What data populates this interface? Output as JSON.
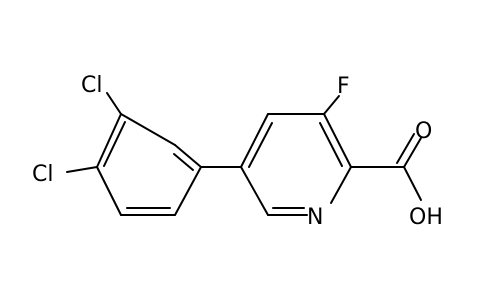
{
  "molecule": {
    "atoms": {
      "cl_top": "Cl",
      "cl_left": "Cl",
      "fluorine": "F",
      "nitrogen": "N",
      "carbonyl_oxygen": "O",
      "hydroxyl": "OH"
    },
    "colors": {
      "bond": "#000000",
      "text": "#000000",
      "background": "#ffffff"
    }
  }
}
